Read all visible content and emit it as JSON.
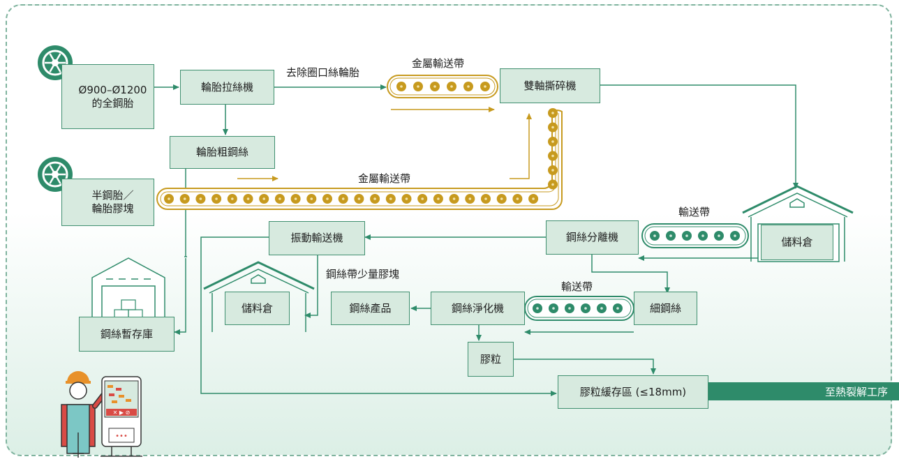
{
  "nodes": {
    "full_steel_tire": "Ø900–Ø1200\n的全鋼胎",
    "bead_wire_remover": "輪胎拉絲機",
    "twin_shaft_shredder": "雙軸撕碎機",
    "tire_coarse_wire": "輪胎粗鋼絲",
    "semi_steel_tire": "半鋼胎／\n輪胎膠塊",
    "steel_wire_separator": "鋼絲分離機",
    "vibrating_conveyor": "振動輸送機",
    "storage_right": "儲料倉",
    "storage_mid": "儲料倉",
    "steel_wire_temp_storage": "鋼絲暫存庫",
    "fine_steel_wire": "細鋼絲",
    "steel_wire_purifier": "鋼絲淨化機",
    "steel_wire_product": "鋼絲產品",
    "rubber_granules": "膠粒",
    "granule_buffer": "膠粒緩存區 (≤18mm)"
  },
  "labels": {
    "remove_bead": "去除圈口絲輪胎",
    "metal_conveyor_top": "金屬輸送帶",
    "metal_conveyor_long": "金屬輸送帶",
    "conveyor_right": "輸送帶",
    "conveyor_mid": "輸送帶",
    "wire_with_rubber": "鋼絲帶少量膠塊",
    "to_pyrolysis": "至熱裂解工序"
  },
  "colors": {
    "accent_green": "#2e8b6a",
    "box_fill": "#d7eadf",
    "box_border": "#3f8f6f",
    "conveyor_gold": "#c79a1e",
    "arrow_green": "#2e8b6a",
    "dashed_border": "#7fb39e"
  },
  "icons": [
    "tire-icon",
    "warehouse-icon",
    "worker-icon",
    "control-panel-icon"
  ]
}
